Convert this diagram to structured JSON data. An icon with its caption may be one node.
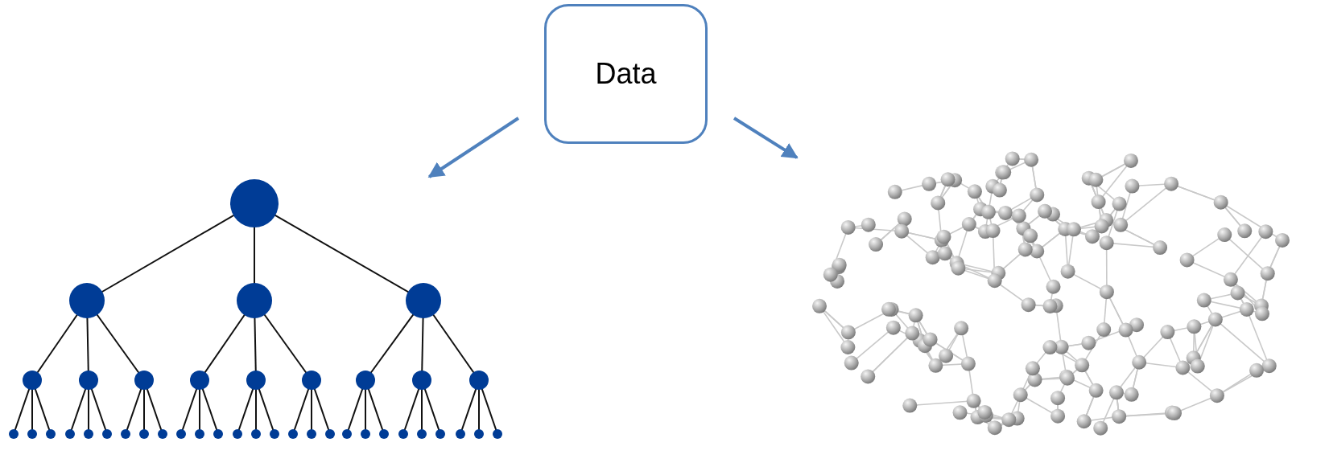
{
  "diagram": {
    "nodes": [
      {
        "text": [
          "Data"
        ]
      },
      {
        "text": [],
        "shape": "picture"
      },
      {
        "text": [],
        "shape": "picture"
      }
    ],
    "edges": [
      {
        "from": 0,
        "to": 1,
        "arrow": "to"
      },
      {
        "from": 0,
        "to": 2,
        "arrow": "to"
      }
    ]
  }
}
